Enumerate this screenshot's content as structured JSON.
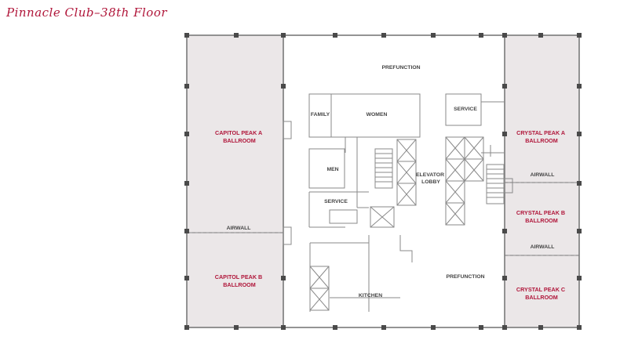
{
  "title": "Pinnacle Club–38th Floor",
  "rooms": {
    "capitol_a": [
      "CAPITOL PEAK A",
      "BALLROOM"
    ],
    "capitol_b": [
      "CAPITOL PEAK B",
      "BALLROOM"
    ],
    "crystal_a": [
      "CRYSTAL PEAK A",
      "BALLROOM"
    ],
    "crystal_b": [
      "CRYSTAL PEAK B",
      "BALLROOM"
    ],
    "crystal_c": [
      "CRYSTAL PEAK C",
      "BALLROOM"
    ]
  },
  "labels": {
    "prefunction_top": "PREFUNCTION",
    "prefunction_bottom": "PREFUNCTION",
    "family": "FAMILY",
    "women": "WOMEN",
    "men": "MEN",
    "service_left": "SERVICE",
    "service_right": "SERVICE",
    "elevator_lobby": [
      "ELEVATOR",
      "LOBBY"
    ],
    "kitchen": "KITCHEN",
    "airwall_left": "AIRWALL",
    "airwall_right_1": "AIRWALL",
    "airwall_right_2": "AIRWALL"
  },
  "colors": {
    "accent": "#b0163a",
    "ballroom_fill": "#ebe7e8",
    "wall": "#7a7a7a"
  }
}
